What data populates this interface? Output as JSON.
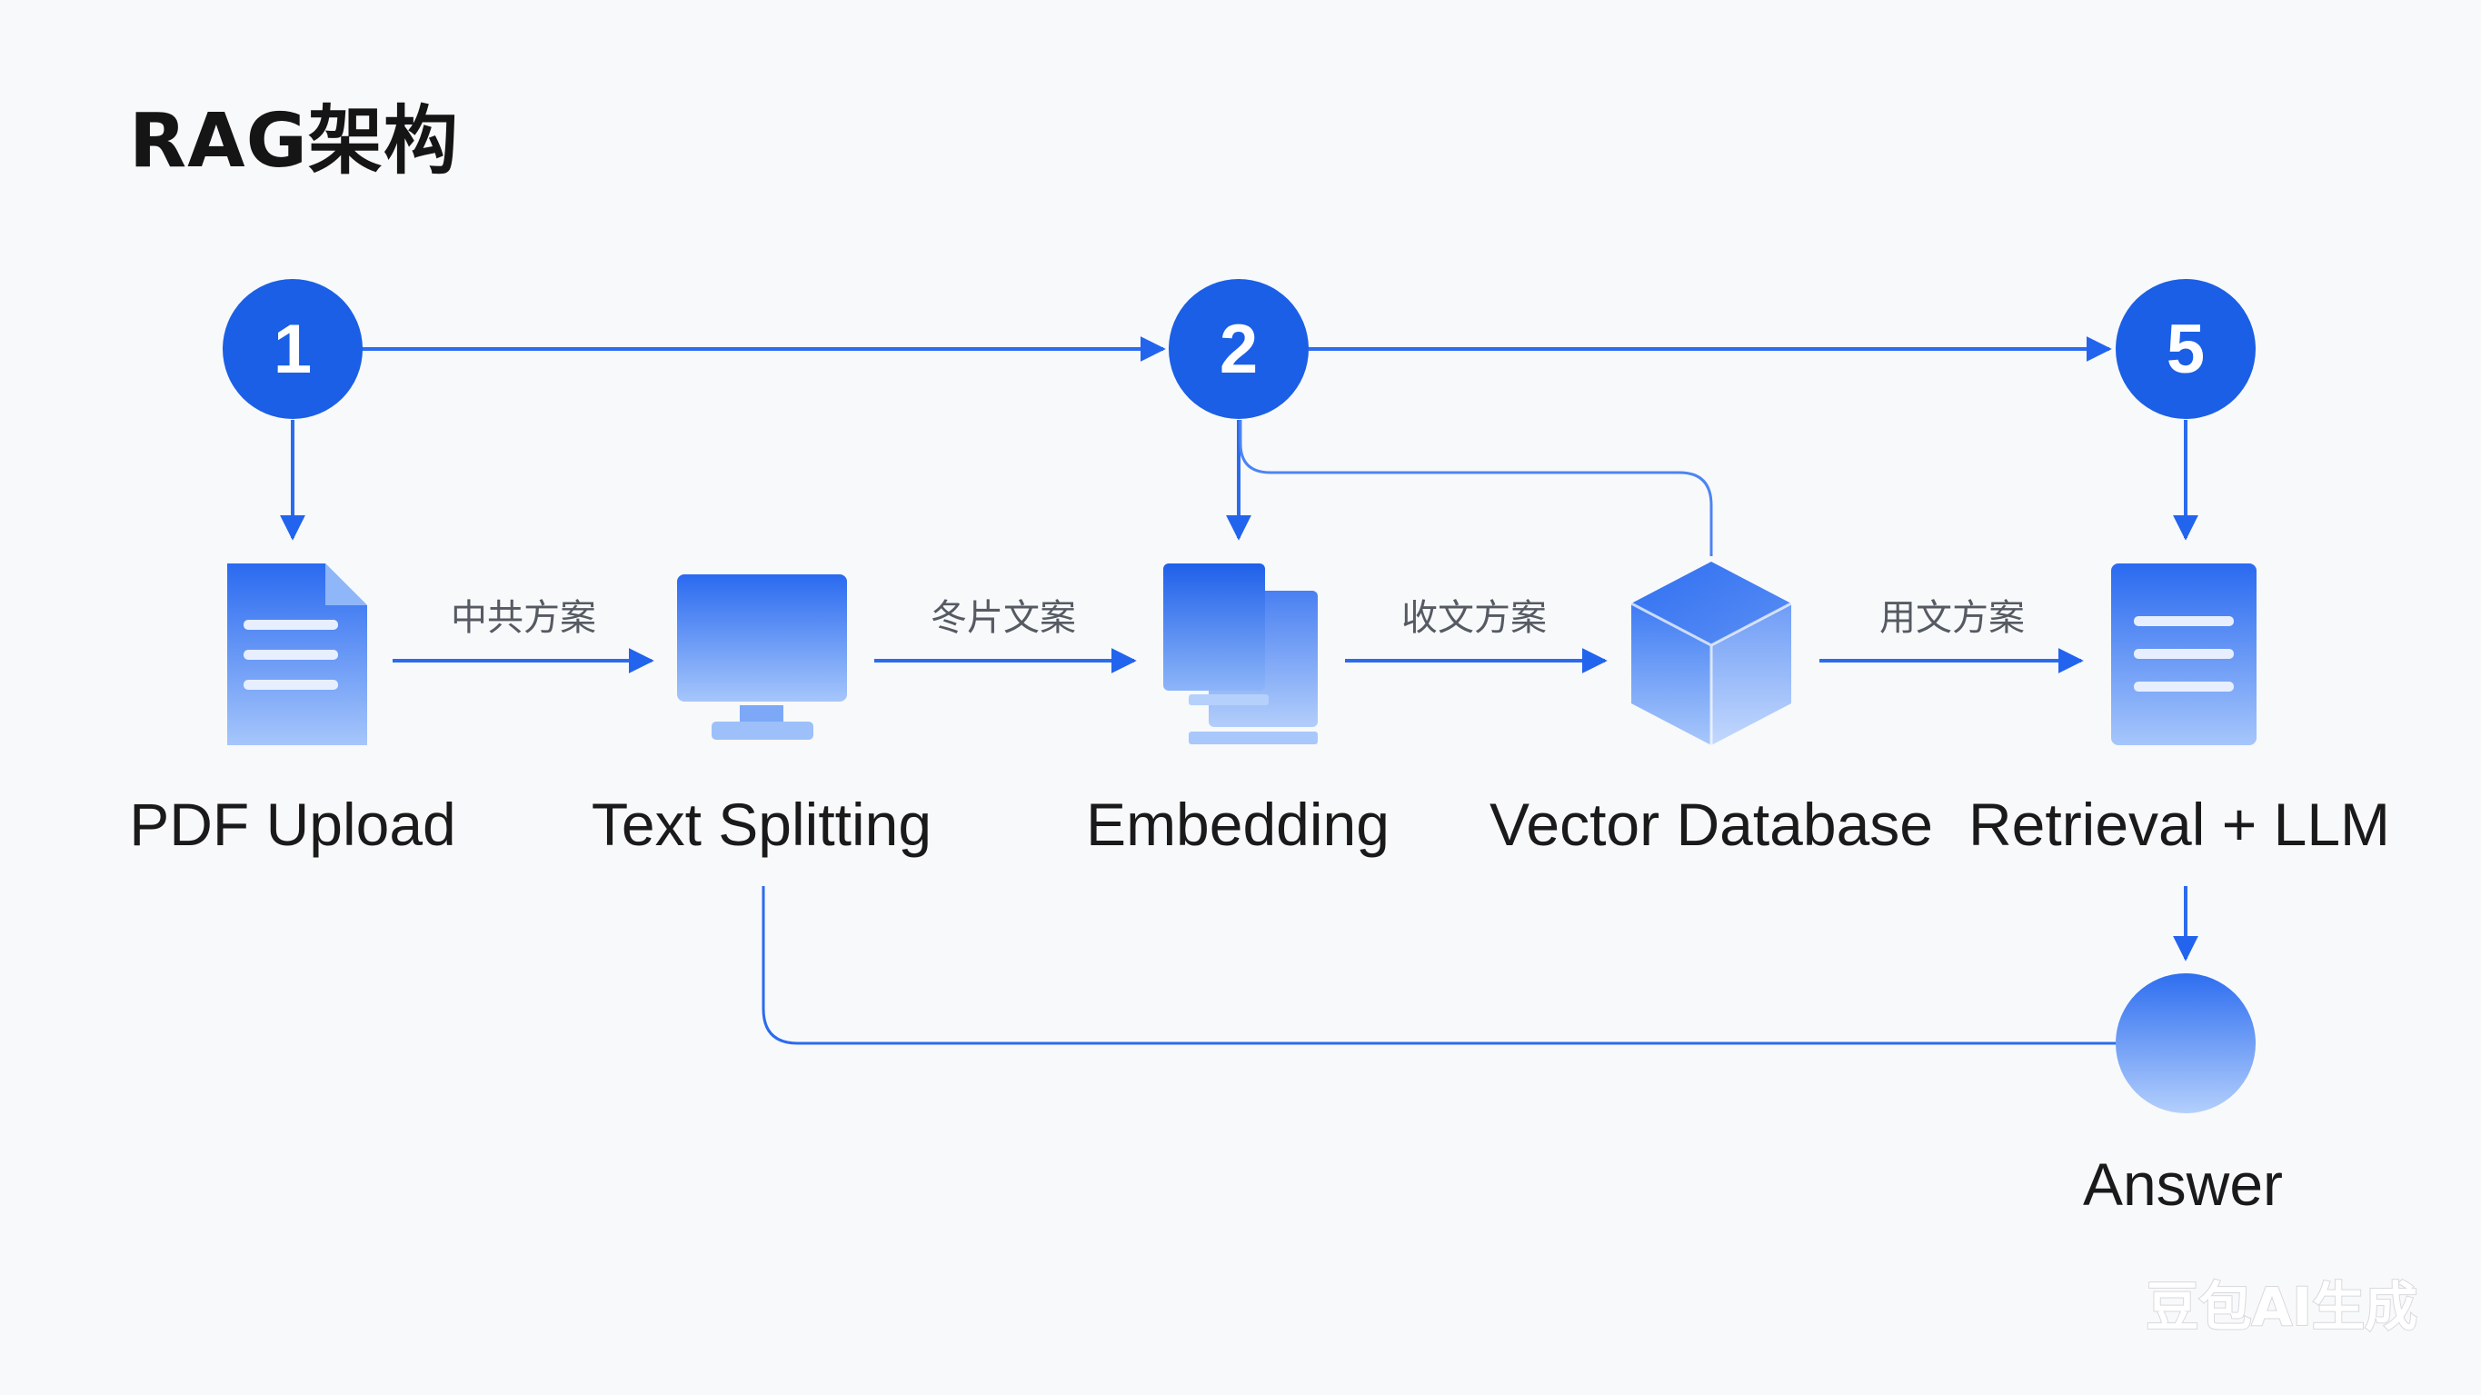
{
  "title": "RAG架构",
  "steps": [
    {
      "number": "1"
    },
    {
      "number": "2"
    },
    {
      "number": "5"
    }
  ],
  "nodes": [
    {
      "label": "PDF Upload",
      "icon": "document-icon"
    },
    {
      "label": "Text Splitting",
      "icon": "monitor-icon"
    },
    {
      "label": "Embedding",
      "icon": "stacked-pages-icon"
    },
    {
      "label": "Vector Database",
      "icon": "cube-icon"
    },
    {
      "label": "Retrieval + LLM",
      "icon": "document-icon"
    },
    {
      "label": "Answer",
      "icon": "circle-icon"
    }
  ],
  "edge_labels": [
    "中共方案",
    "冬片文案",
    "收文方案",
    "用文方案"
  ],
  "watermark": "豆包AI生成",
  "colors": {
    "accent": "#1a5fe6",
    "line": "#2b6bef",
    "icon_light": "#9fc1fb",
    "text": "#1a1a1a",
    "edge_label": "#555a63"
  }
}
